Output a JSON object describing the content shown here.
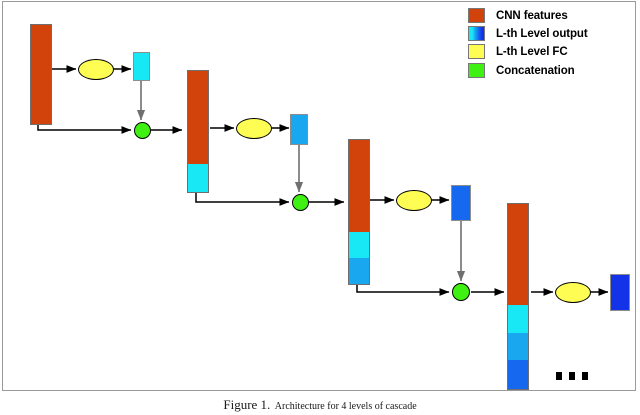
{
  "figure": {
    "caption_number": "Figure 1.",
    "caption_text": "Architecture for 4 levels of cascade",
    "ellipsis": "▪ ▪ ▪"
  },
  "legend": {
    "items": [
      {
        "label": "CNN features",
        "swatch": "cnn-features-swatch",
        "color": "#d1430a"
      },
      {
        "label": "L-th Level output",
        "swatch": "level-output-swatch",
        "color": "#18e8f5"
      },
      {
        "label": "L-th Level FC",
        "swatch": "level-fc-swatch",
        "color": "#fdfd54"
      },
      {
        "label": "Concatenation",
        "swatch": "concatenation-swatch",
        "color": "#3ff112"
      }
    ]
  },
  "colors": {
    "cnn_orange": "#d1430a",
    "cyan": "#18e8f5",
    "sky_blue": "#19a8f0",
    "blue": "#1668ef",
    "deep_blue": "#1433e8",
    "fc_yellow": "#fdfd54",
    "concat_green": "#3ff112",
    "arrow": "#000000",
    "connector": "#6f6f6f",
    "frame": "#9a9a9a"
  },
  "diagram": {
    "title": "cascade-architecture",
    "levels": [
      {
        "index": 1,
        "cnn_block": {
          "name": "cnn-features-block-1",
          "segments": [
            {
              "type": "cnn",
              "color": "#d1430a"
            }
          ]
        },
        "fc": {
          "name": "level-fc-ellipse-1",
          "color": "#fdfd54"
        },
        "output": {
          "name": "level-output-block-1",
          "color": "#18e8f5"
        },
        "concat": {
          "name": "concatenation-node-1",
          "color": "#3ff112"
        }
      },
      {
        "index": 2,
        "cnn_block": {
          "name": "cnn-features-block-2",
          "segments": [
            {
              "type": "cnn",
              "color": "#d1430a"
            },
            {
              "type": "output-1",
              "color": "#18e8f5"
            }
          ]
        },
        "fc": {
          "name": "level-fc-ellipse-2",
          "color": "#fdfd54"
        },
        "output": {
          "name": "level-output-block-2",
          "color": "#19a8f0"
        },
        "concat": {
          "name": "concatenation-node-2",
          "color": "#3ff112"
        }
      },
      {
        "index": 3,
        "cnn_block": {
          "name": "cnn-features-block-3",
          "segments": [
            {
              "type": "cnn",
              "color": "#d1430a"
            },
            {
              "type": "output-1",
              "color": "#18e8f5"
            },
            {
              "type": "output-2",
              "color": "#19a8f0"
            }
          ]
        },
        "fc": {
          "name": "level-fc-ellipse-3",
          "color": "#fdfd54"
        },
        "output": {
          "name": "level-output-block-3",
          "color": "#1668ef"
        },
        "concat": {
          "name": "concatenation-node-3",
          "color": "#3ff112"
        }
      },
      {
        "index": 4,
        "cnn_block": {
          "name": "cnn-features-block-4",
          "segments": [
            {
              "type": "cnn",
              "color": "#d1430a"
            },
            {
              "type": "output-1",
              "color": "#18e8f5"
            },
            {
              "type": "output-2",
              "color": "#19a8f0"
            },
            {
              "type": "output-3",
              "color": "#1668ef"
            }
          ]
        },
        "fc": {
          "name": "level-fc-ellipse-4",
          "color": "#fdfd54"
        },
        "output": {
          "name": "level-output-block-4",
          "color": "#1433e8"
        },
        "concat": null
      }
    ]
  }
}
